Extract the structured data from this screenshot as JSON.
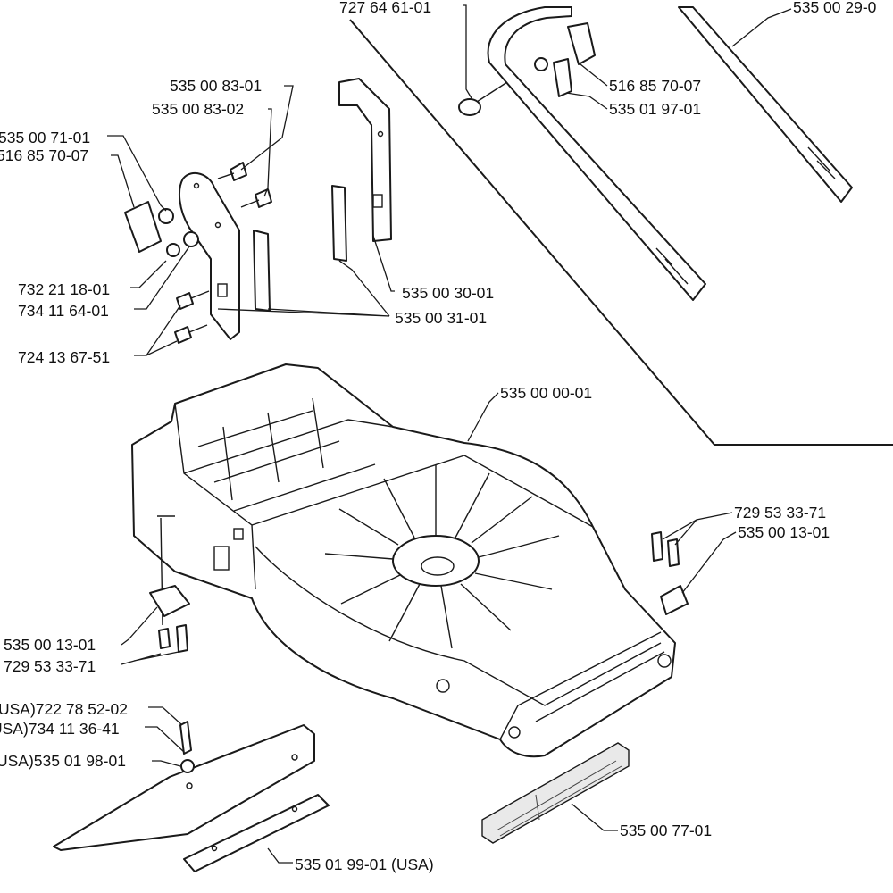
{
  "labels": {
    "l01": "727 64 61-01",
    "l02": "535 00 29-0",
    "l03": "516 85 70-07",
    "l04": "535 01 97-01",
    "l05": "535 00 83-01",
    "l06": "535 00 83-02",
    "l07": "535 00 71-01",
    "l08": "516 85 70-07",
    "l09": "732 21 18-01",
    "l10": "734 11 64-01",
    "l11": "724 13 67-51",
    "l12": "535 00 30-01",
    "l13": "535 00 31-01",
    "l14": "535 00 00-01",
    "l15": "729 53 33-71",
    "l16": "535 00 13-01",
    "l17": "535 00 13-01",
    "l18": "729 53 33-71",
    "l19": "USA)722 78 52-02",
    "l20": "USA)734 11 36-41",
    "l21": "USA)535 01 98-01",
    "l22": "535 00 77-01",
    "l23": "535 01 99-01 (USA)"
  }
}
